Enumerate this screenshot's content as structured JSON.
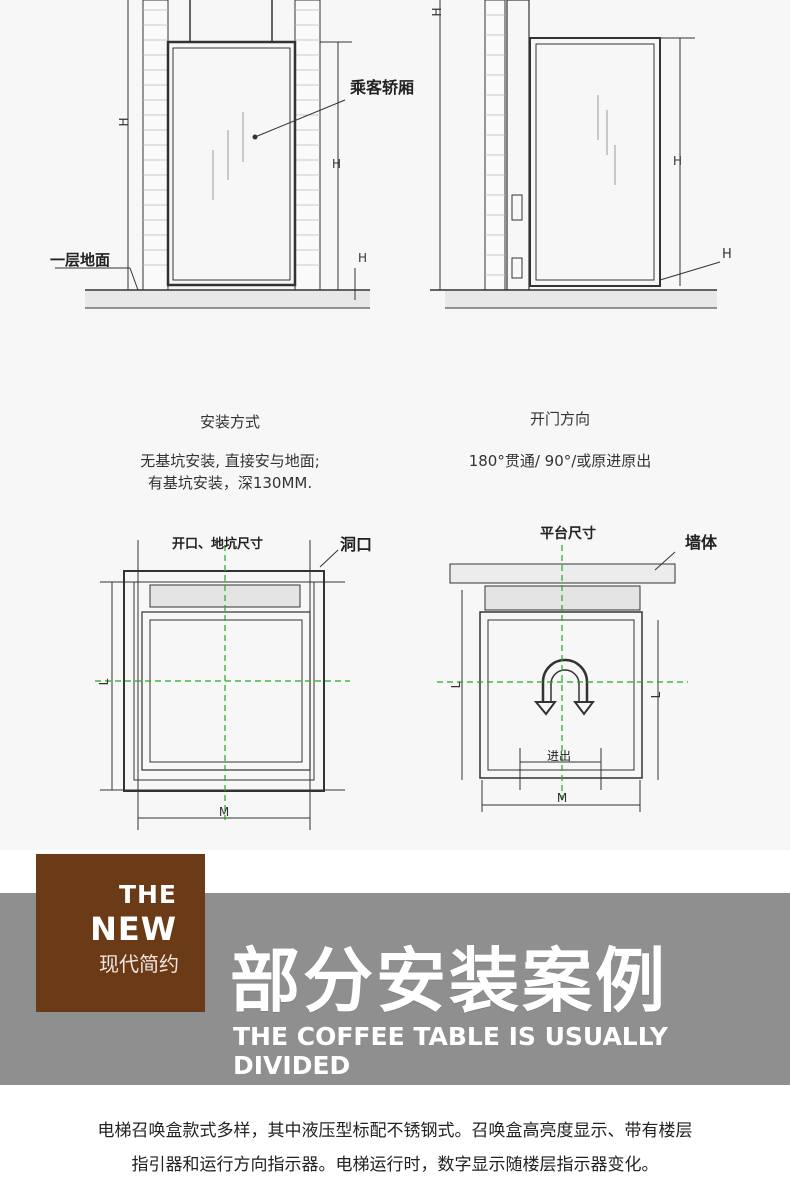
{
  "diagram_top": {
    "label_cabin": "乘客轿厢",
    "label_ground": "一层地面",
    "dim_h": "H"
  },
  "captions": {
    "install_title": "安装方式",
    "install_line1": "无基坑安装, 直接安与地面;",
    "install_line2": "有基坑安装，深130MM.",
    "door_title": "开门方向",
    "door_line1": "180°贯通/ 90°/或原进原出"
  },
  "diagram_bottom": {
    "label_opening": "开口、地坑尺寸",
    "label_hole": "洞口",
    "label_platform": "平台尺寸",
    "label_wall": "墙体",
    "label_in_out": "进出",
    "dim_m": "M",
    "dim_l": "L"
  },
  "banner": {
    "the": "THE",
    "new": "NEW",
    "modern": "现代简约",
    "title": "部分安装案例",
    "subtitle": "THE COFFEE TABLE IS USUALLY DIVIDED"
  },
  "description": {
    "line1": "电梯召唤盒款式多样，其中液压型标配不锈钢式。召唤盒高亮度显示、带有楼层",
    "line2": "指引器和运行方向指示器。电梯运行时，数字显示随楼层指示器变化。"
  },
  "colors": {
    "banner_gray": "#8f8f8f",
    "brown": "#6b3a17",
    "centerline_green": "#22aa22"
  }
}
